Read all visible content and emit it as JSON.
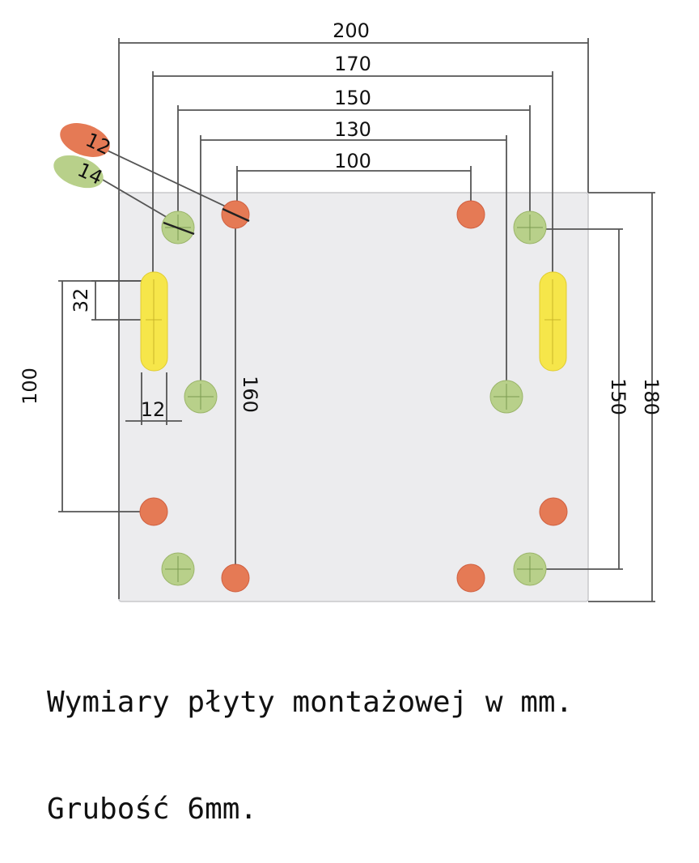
{
  "diagram": {
    "units": "mm",
    "colors": {
      "plate_fill": "#ececee",
      "plate_edge": "#c8c8cc",
      "dimension_line": "#555555",
      "hole_12": "#e57a55",
      "hole_14": "#b8d08a",
      "slot": "#f6e64a"
    },
    "dimensions": {
      "width_200": "200",
      "width_170": "170",
      "width_150": "150",
      "width_130": "130",
      "width_100": "100",
      "height_180": "180",
      "height_150": "150",
      "height_160": "160",
      "height_100": "100",
      "slot_length_32": "32",
      "slot_width_12": "12"
    },
    "legend": {
      "hole_12_label": "12",
      "hole_14_label": "14"
    }
  },
  "caption": {
    "line1": "Wymiary płyty montażowej w mm.",
    "line2": "Grubość 6mm."
  }
}
